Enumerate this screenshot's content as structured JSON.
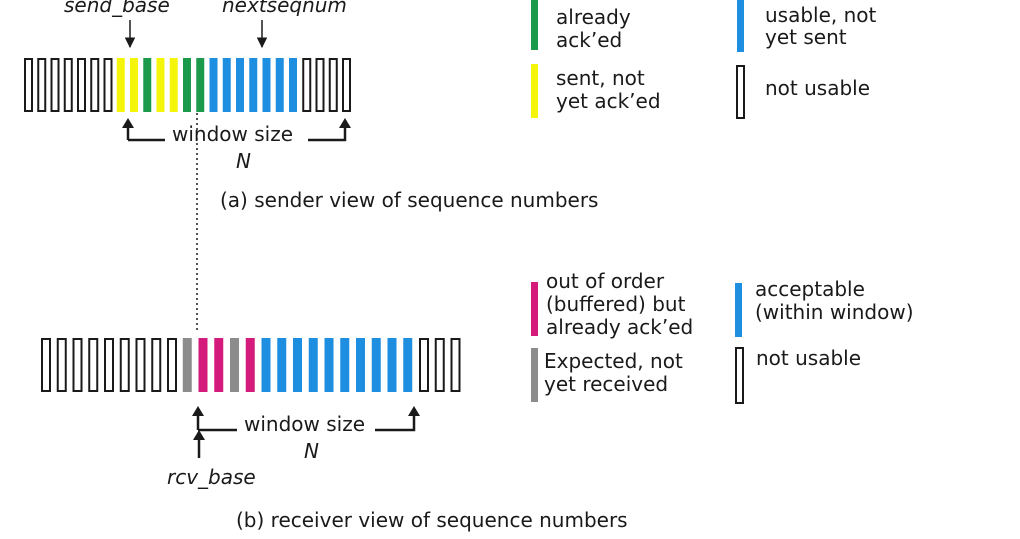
{
  "sender": {
    "send_base_label": "send_base",
    "nextseqnum_label": "nextseqnum",
    "window_label": "window size",
    "window_n": "N",
    "caption": "(a) sender view of sequence numbers",
    "slots": [
      "unusable",
      "unusable",
      "unusable",
      "unusable",
      "unusable",
      "unusable",
      "unusable",
      "sent",
      "sent",
      "acked",
      "sent",
      "sent",
      "acked",
      "acked",
      "usable",
      "usable",
      "usable",
      "usable",
      "usable",
      "usable",
      "usable",
      "unusable",
      "unusable",
      "unusable",
      "unusable"
    ]
  },
  "receiver": {
    "rcv_base_label": "rcv_base",
    "window_label": "window size",
    "window_n": "N",
    "caption": "(b) receiver view of sequence numbers",
    "slots": [
      "unusable",
      "unusable",
      "unusable",
      "unusable",
      "unusable",
      "unusable",
      "unusable",
      "unusable",
      "unusable",
      "expected",
      "buffered",
      "buffered",
      "expected",
      "buffered",
      "acceptable",
      "acceptable",
      "acceptable",
      "acceptable",
      "acceptable",
      "acceptable",
      "acceptable",
      "acceptable",
      "acceptable",
      "acceptable",
      "unusable",
      "unusable",
      "unusable"
    ]
  },
  "legend_sender": {
    "acked_1": "already",
    "acked_2": "ack’ed",
    "sent_1": "sent, not",
    "sent_2": "yet ack’ed",
    "usable_1": "usable, not",
    "usable_2": "yet sent",
    "unusable": "not usable"
  },
  "legend_receiver": {
    "buffered_1": "out of order",
    "buffered_2": "(buffered) but",
    "buffered_3": "already ack’ed",
    "expected_1": "Expected,  not",
    "expected_2": "yet received",
    "acceptable_1": "acceptable",
    "acceptable_2": "(within window)",
    "unusable": "not usable"
  },
  "colors": {
    "acked": "#1b9a4b",
    "sent": "#f5f50a",
    "usable": "#1e8ee0",
    "buffered": "#d41a7a",
    "expected": "#8c8c8c",
    "acceptable": "#1e8ee0",
    "outline": "#1a1a1a"
  }
}
